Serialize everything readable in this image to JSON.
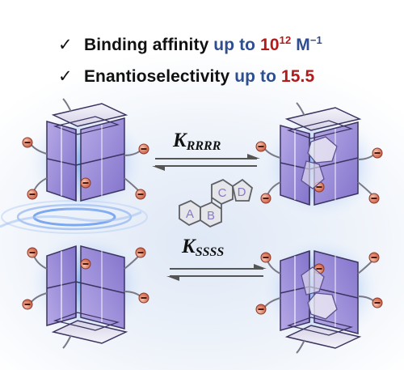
{
  "claims": [
    {
      "check": "✓",
      "lead": "Binding affinity",
      "phrase": "up to",
      "number": "10",
      "exponent": "12",
      "unit": "M",
      "unit_exp": "−1"
    },
    {
      "check": "✓",
      "lead": "Enantioselectivity",
      "phrase": "up to",
      "number": "15.5"
    }
  ],
  "equilibria": [
    {
      "symbol": "K",
      "subscript": "RRRR"
    },
    {
      "symbol": "K",
      "subscript": "SSSS"
    }
  ],
  "guest_rings": [
    "A",
    "B",
    "C",
    "D"
  ],
  "colors": {
    "highlight": "#2e4e8f",
    "number": "#b51a1a",
    "cage_purple": "#9d8ed8",
    "cage_dark": "#6c5bb8",
    "glow": "#8fb4ef",
    "ring_fill": "#e4e6ea",
    "ring_letter": "#8a78c8",
    "charge_bead": "#dc7f62"
  }
}
